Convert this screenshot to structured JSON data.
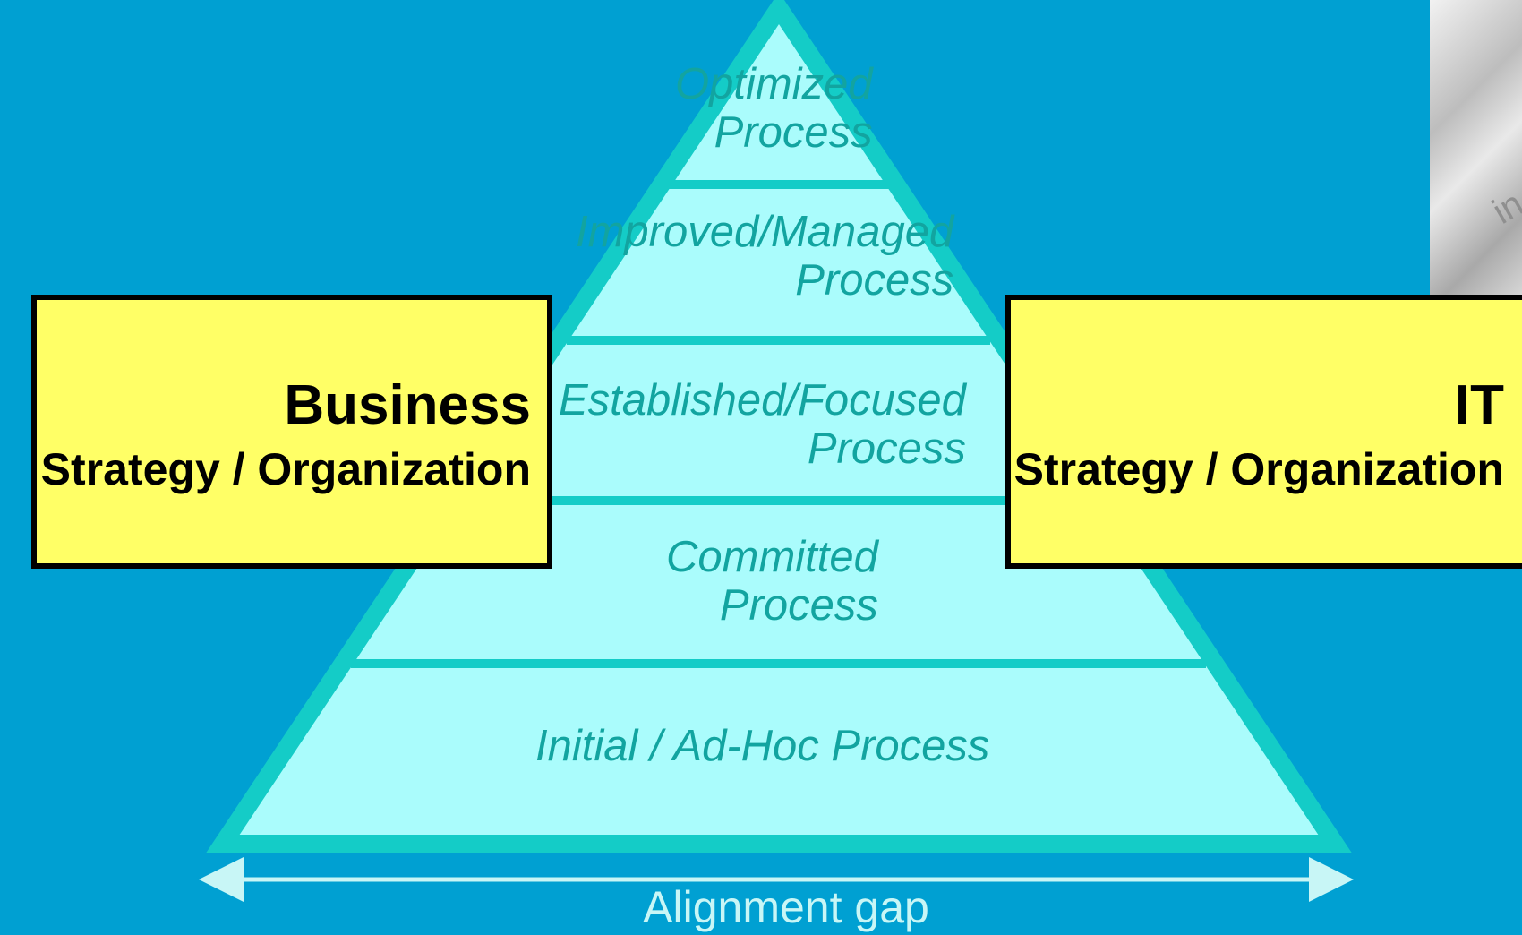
{
  "pyramid": {
    "levels": [
      {
        "line1": "Optimized",
        "line2": "Process"
      },
      {
        "line1": "Improved/Managed",
        "line2": "Process"
      },
      {
        "line1": "Established/Focused",
        "line2": "Process"
      },
      {
        "line1": "Committed",
        "line2": "Process"
      },
      {
        "line1": "Initial / Ad-Hoc Process"
      }
    ]
  },
  "business": {
    "title": "Business",
    "subtitle": "Strategy / Organization"
  },
  "it": {
    "title": "IT",
    "subtitle": "Strategy / Organization"
  },
  "alignment_gap": "Alignment gap",
  "decorative_photo_text": "in",
  "colors": {
    "background": "#00a0d2",
    "pyramid_fill": "#aafcfc",
    "pyramid_outline": "#14ccc7",
    "label_text": "#12a4a0",
    "box_fill": "#ffff66",
    "gap_arrow": "#c8f6f6"
  }
}
